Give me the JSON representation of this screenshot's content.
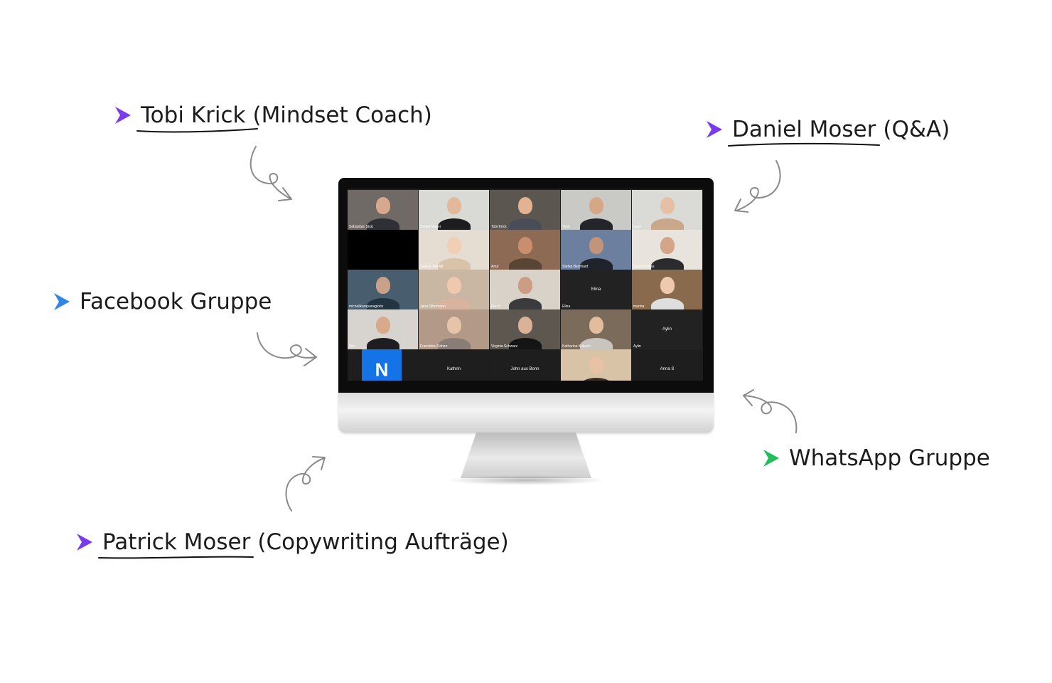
{
  "callouts": {
    "tobi": {
      "name": "Tobi Krick",
      "suffix": "(Mindset Coach)",
      "color": "#7c3aed"
    },
    "daniel": {
      "name": "Daniel Moser",
      "suffix": "(Q&A)",
      "color": "#7c3aed"
    },
    "facebook": {
      "label": "Facebook Gruppe",
      "color": "#2f86e6"
    },
    "whatsapp": {
      "label": "WhatsApp Gruppe",
      "color": "#1fbf5a"
    },
    "patrick": {
      "name": "Patrick Moser",
      "suffix": "(Copywriting Aufträge)",
      "color": "#7c3aed"
    }
  },
  "video_call": {
    "participants": [
      {
        "name": "Sebastian Sisic",
        "bg": "#6f6a66",
        "skin": "#d7a88e",
        "shirt": "#2f3036"
      },
      {
        "name": "Daniel Moser",
        "bg": "#d9d9d6",
        "skin": "#e2b99b",
        "shirt": "#1d1d1f"
      },
      {
        "name": "Tobi Krick",
        "bg": "#5b5650",
        "skin": "#e3b291",
        "shirt": "#4a4d57"
      },
      {
        "name": "Timo",
        "bg": "#c9c9c6",
        "skin": "#d6a786",
        "shirt": "#23252b"
      },
      {
        "name": "Lauri",
        "bg": "#dadad7",
        "skin": "#e6c0a4",
        "shirt": "#c9a78b"
      },
      {
        "name": "",
        "bg": "#000000",
        "skin": "",
        "shirt": ""
      },
      {
        "name": "Galaxy Tab A8",
        "bg": "#e5dcd2",
        "skin": "#f0cfb4",
        "shirt": "#d8c2a9"
      },
      {
        "name": "Artur",
        "bg": "#8c6a54",
        "skin": "#c98f6c",
        "shirt": "#5a4436"
      },
      {
        "name": "Stefan Bernhard",
        "bg": "#6d7f9e",
        "skin": "#c29479",
        "shirt": "#20232b"
      },
      {
        "name": "Sascha Hess",
        "bg": "#e8e3dc",
        "skin": "#d5a58a",
        "shirt": "#2b2b2e"
      },
      {
        "name": "michalikarapanagiotis",
        "bg": "#485d6e",
        "skin": "#c9a08a",
        "shirt": "#233441"
      },
      {
        "name": "Jana Offermann",
        "bg": "#c9b7a4",
        "skin": "#f0c8ad",
        "shirt": "#d8b4a0"
      },
      {
        "name": "Flo H.",
        "bg": "#d8d2c8",
        "skin": "#cc9d82",
        "shirt": "#3b3a3d"
      },
      {
        "name": "Elina",
        "bg": "#222222",
        "skin": "",
        "shirt": "",
        "center": "Elina"
      },
      {
        "name": "marina",
        "bg": "#8a6a4c",
        "skin": "#efc9ad",
        "shirt": "#dedede"
      },
      {
        "name": "Vito",
        "bg": "#d7d4cf",
        "skin": "#d8a98b",
        "shirt": "#1e1e21"
      },
      {
        "name": "Franziska Ziehen",
        "bg": "#b39a88",
        "skin": "#e7c4a8",
        "shirt": "#8a7d78"
      },
      {
        "name": "Virginia Schwarz",
        "bg": "#5e574f",
        "skin": "#d9b297",
        "shirt": "#141414"
      },
      {
        "name": "Katharina Kukeeh",
        "bg": "#7b6b5a",
        "skin": "#e1bd9e",
        "shirt": "#c9c4be"
      },
      {
        "name": "Aylin",
        "bg": "#222222",
        "skin": "",
        "shirt": "",
        "center": "Aylin"
      },
      {
        "name": "",
        "bg": "#1e1e1e",
        "skin": "",
        "shirt": "",
        "avatar": "N",
        "avatar_color": "#1473e6"
      },
      {
        "name": "",
        "bg": "#1e1e1e",
        "skin": "",
        "shirt": "",
        "center": "Kathrin"
      },
      {
        "name": "",
        "bg": "#1e1e1e",
        "skin": "",
        "shirt": "",
        "center": "John aus Bonn"
      },
      {
        "name": "",
        "bg": "#d9c3a6",
        "skin": "#e8c2a4",
        "shirt": "#3b2f29"
      },
      {
        "name": "",
        "bg": "#1e1e1e",
        "skin": "",
        "shirt": "",
        "center": "Anna S"
      }
    ]
  }
}
